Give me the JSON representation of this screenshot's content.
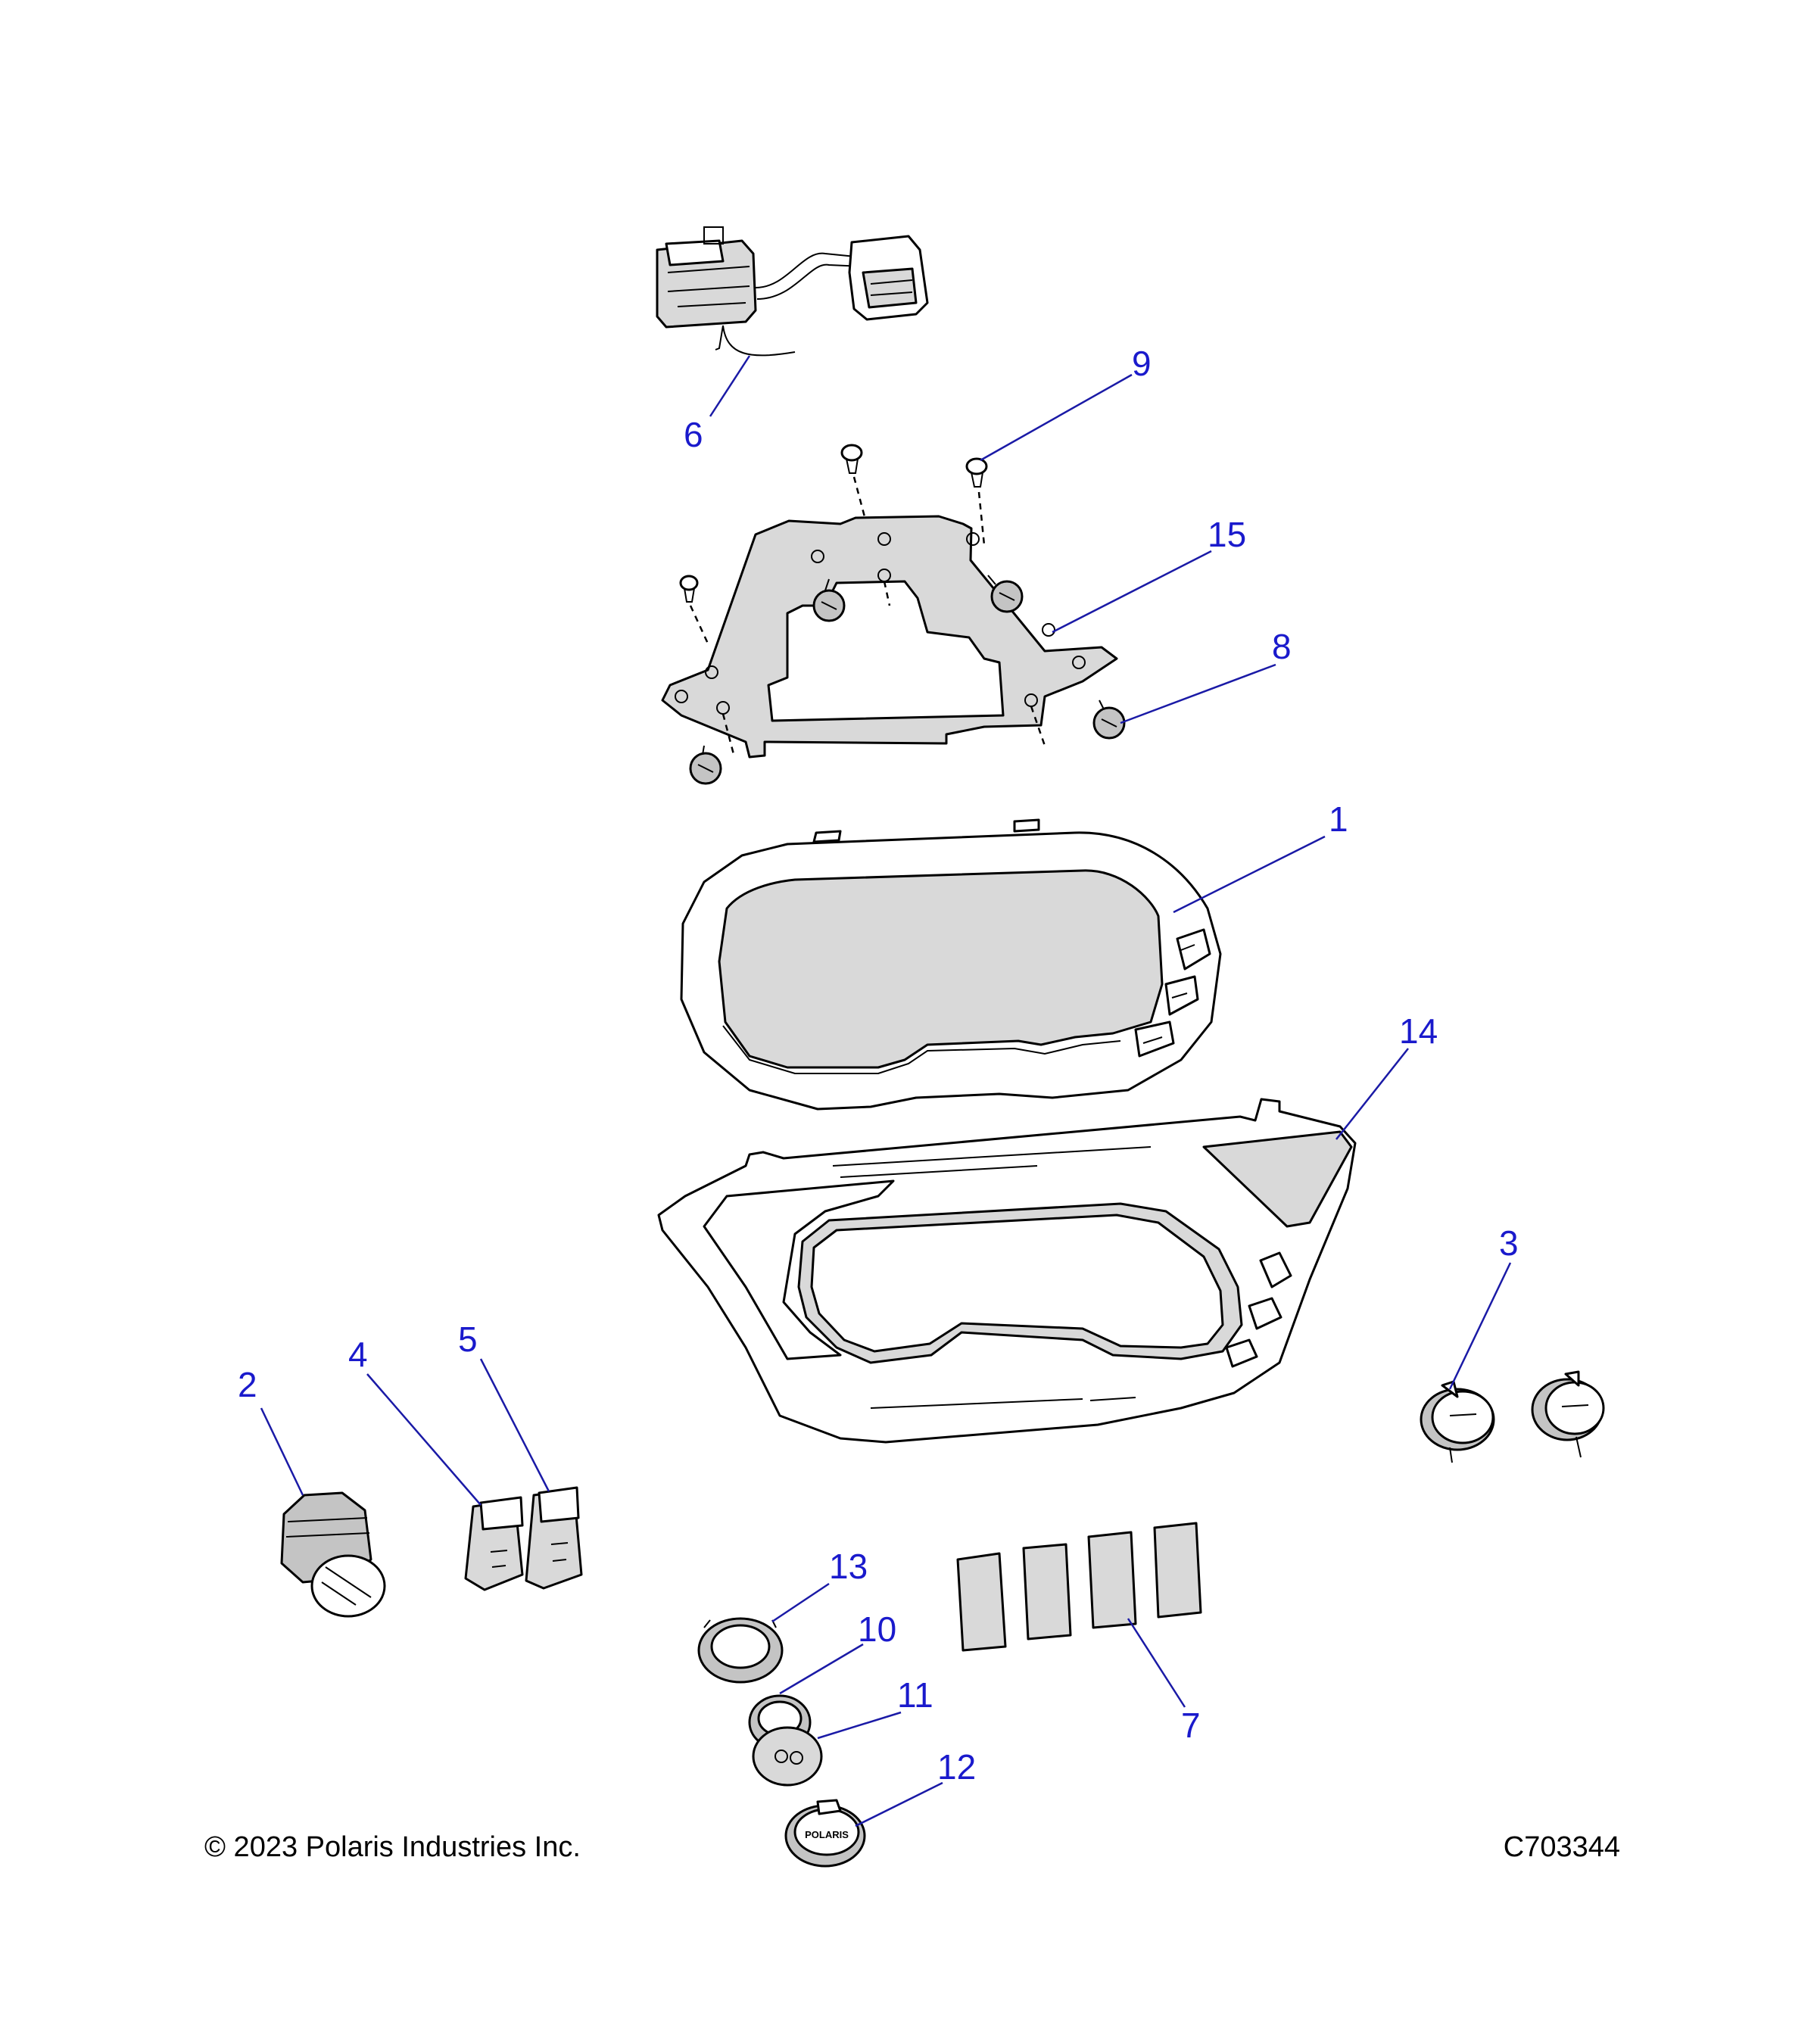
{
  "callouts": {
    "c1": "1",
    "c2": "2",
    "c3": "3",
    "c4": "4",
    "c5": "5",
    "c6": "6",
    "c7": "7",
    "c8": "8",
    "c9": "9",
    "c10": "10",
    "c11": "11",
    "c12": "12",
    "c13": "13",
    "c14": "14",
    "c15": "15"
  },
  "footer": {
    "copyright": "© 2023 Polaris Industries Inc.",
    "diagram_code": "C703344"
  },
  "labels": {
    "brand_badge": "POLARIS"
  },
  "colors": {
    "callout_text": "#1a1acc",
    "leader_line": "#1a1aa6",
    "part_shading": "#d9d9d9"
  }
}
